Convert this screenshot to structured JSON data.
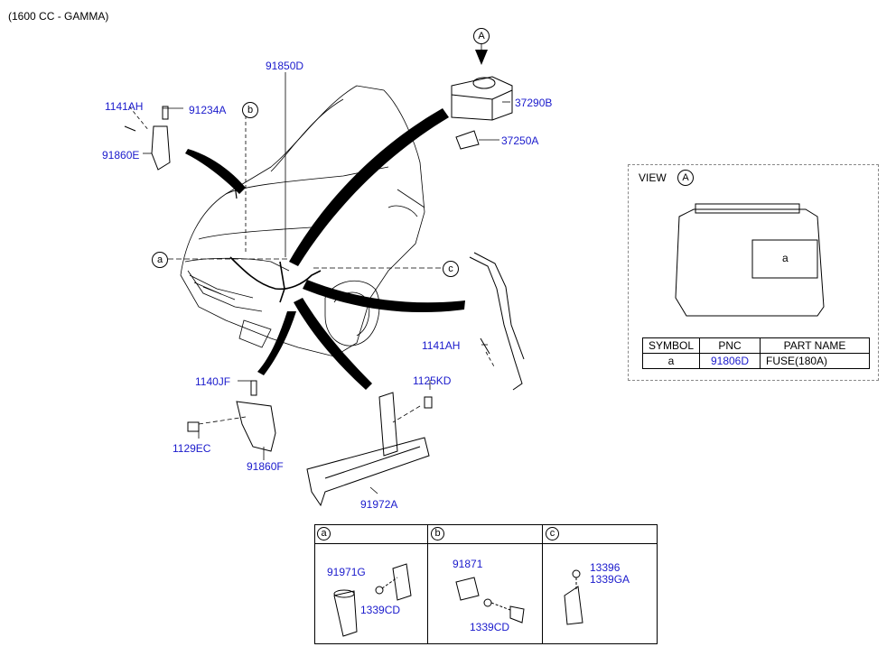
{
  "header": {
    "title": "(1600 CC - GAMMA)"
  },
  "callouts": {
    "a": "a",
    "b": "b",
    "c": "c",
    "A": "A"
  },
  "parts": {
    "p91850D": "91850D",
    "p1141AH_top": "1141AH",
    "p91234A": "91234A",
    "p91860E": "91860E",
    "p37290B": "37290B",
    "p37250A": "37250A",
    "p1141AH_right": "1141AH",
    "p1140JF": "1140JF",
    "p1125KD": "1125KD",
    "p1129EC": "1129EC",
    "p91860F": "91860F",
    "p91972A": "91972A"
  },
  "view": {
    "label": "VIEW",
    "symbol": "A",
    "inner_label": "a",
    "table": {
      "headers": [
        "SYMBOL",
        "PNC",
        "PART NAME"
      ],
      "rows": [
        [
          "a",
          "91806D",
          "FUSE(180A)"
        ]
      ]
    }
  },
  "detail": {
    "a": {
      "label": "a",
      "parts": [
        "91971G",
        "1339CD"
      ]
    },
    "b": {
      "label": "b",
      "parts": [
        "91871",
        "1339CD"
      ]
    },
    "c": {
      "label": "c",
      "parts": [
        "13396",
        "1339GA"
      ]
    }
  },
  "colors": {
    "part_number": "#1a1acc",
    "line": "#000000"
  }
}
